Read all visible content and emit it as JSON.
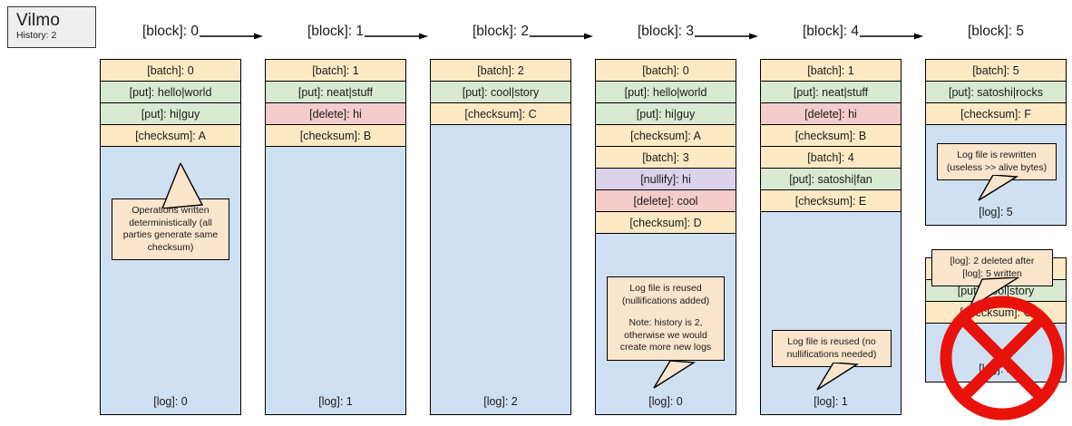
{
  "title_card": {
    "app_name": "Vilmo",
    "history_label": "History: 2"
  },
  "headers": [
    {
      "label": "[block]: 0"
    },
    {
      "label": "[block]: 1"
    },
    {
      "label": "[block]: 2"
    },
    {
      "label": "[block]: 3"
    },
    {
      "label": "[block]: 4"
    },
    {
      "label": "[block]: 5"
    }
  ],
  "columns": [
    {
      "id": "block-0",
      "logfiles": [
        {
          "rows": [
            {
              "kind": "batch",
              "text": "[batch]: 0"
            },
            {
              "kind": "put",
              "text": "[put]: hello|world"
            },
            {
              "kind": "put",
              "text": "[put]: hi|guy"
            },
            {
              "kind": "checksum",
              "text": "[checksum]: A"
            }
          ],
          "log_label": "[log]: 0",
          "callout": {
            "lines": [
              "Operations written",
              "deterministically (all",
              "parties generate same",
              "checksum)"
            ]
          }
        }
      ]
    },
    {
      "id": "block-1",
      "logfiles": [
        {
          "rows": [
            {
              "kind": "batch",
              "text": "[batch]: 1"
            },
            {
              "kind": "put",
              "text": "[put]: neat|stuff"
            },
            {
              "kind": "delete",
              "text": "[delete]: hi"
            },
            {
              "kind": "checksum",
              "text": "[checksum]: B"
            }
          ],
          "log_label": "[log]: 1"
        }
      ]
    },
    {
      "id": "block-2",
      "logfiles": [
        {
          "rows": [
            {
              "kind": "batch",
              "text": "[batch]: 2"
            },
            {
              "kind": "put",
              "text": "[put]: cool|story"
            },
            {
              "kind": "checksum",
              "text": "[checksum]: C"
            }
          ],
          "log_label": "[log]: 2"
        }
      ]
    },
    {
      "id": "block-3",
      "logfiles": [
        {
          "rows": [
            {
              "kind": "batch",
              "text": "[batch]: 0"
            },
            {
              "kind": "put",
              "text": "[put]: hello|world"
            },
            {
              "kind": "put",
              "text": "[put]: hi|guy"
            },
            {
              "kind": "checksum",
              "text": "[checksum]: A"
            },
            {
              "kind": "batch",
              "text": "[batch]: 3"
            },
            {
              "kind": "nullify",
              "text": "[nullify]: hi"
            },
            {
              "kind": "delete",
              "text": "[delete]: cool"
            },
            {
              "kind": "checksum",
              "text": "[checksum]: D"
            }
          ],
          "log_label": "[log]: 0",
          "callout": {
            "lines": [
              "Log file is reused",
              "(nullifications added)",
              "",
              "Note: history is 2,",
              "otherwise we would",
              "create more new logs"
            ]
          }
        }
      ]
    },
    {
      "id": "block-4",
      "logfiles": [
        {
          "rows": [
            {
              "kind": "batch",
              "text": "[batch]: 1"
            },
            {
              "kind": "put",
              "text": "[put]: neat|stuff"
            },
            {
              "kind": "delete",
              "text": "[delete]: hi"
            },
            {
              "kind": "checksum",
              "text": "[checksum]: B"
            },
            {
              "kind": "batch",
              "text": "[batch]: 4"
            },
            {
              "kind": "put",
              "text": "[put]: satoshi|fan"
            },
            {
              "kind": "checksum",
              "text": "[checksum]: E"
            }
          ],
          "log_label": "[log]: 1",
          "callout": {
            "lines": [
              "Log file is reused (no",
              "nullifications needed)"
            ]
          }
        }
      ]
    },
    {
      "id": "block-5",
      "logfiles": [
        {
          "rows": [
            {
              "kind": "batch",
              "text": "[batch]: 5"
            },
            {
              "kind": "put",
              "text": "[put]: satoshi|rocks"
            },
            {
              "kind": "checksum",
              "text": "[checksum]: F"
            }
          ],
          "log_label": "[log]: 5",
          "callout": {
            "lines": [
              "Log file is rewritten",
              "(useless >> alive bytes)"
            ]
          }
        },
        {
          "deleted": true,
          "rows": [
            {
              "kind": "batch",
              "text": "[batch]: 2"
            },
            {
              "kind": "put",
              "text": "[put]: cool|story"
            },
            {
              "kind": "checksum",
              "text": "[checksum]: C"
            }
          ],
          "log_label": "[log]: 2",
          "callout": {
            "lines": [
              "[log]: 2 deleted after",
              "[log]: 5 written"
            ]
          }
        }
      ]
    }
  ],
  "colors": {
    "batch": "#fdeac4",
    "put": "#d9ead3",
    "delete": "#f4cccc",
    "nullify": "#dcd2e9",
    "log_body": "#cfe0f3",
    "callout": "#fce5cd",
    "deleted_mark": "#e8120b",
    "outline": "#000000"
  }
}
